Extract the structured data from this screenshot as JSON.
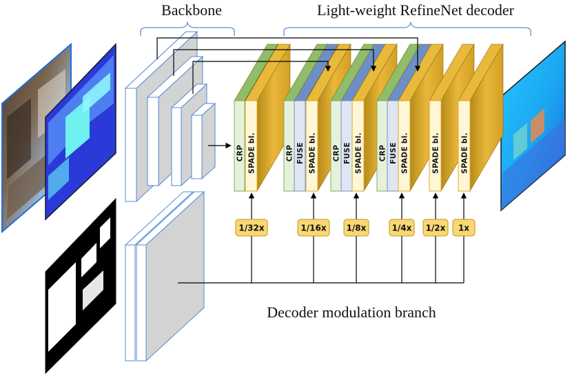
{
  "labels": {
    "backbone": "Backbone",
    "decoder": "Light-weight RefineNet decoder",
    "modulation": "Decoder modulation branch"
  },
  "blocks": [
    {
      "crp": "CRP",
      "fuse": "",
      "spade": "SPADE bl."
    },
    {
      "crp": "CRP",
      "fuse": "FUSE",
      "spade": "SPADE bl."
    },
    {
      "crp": "CRP",
      "fuse": "FUSE",
      "spade": "SPADE bl."
    },
    {
      "crp": "CRP",
      "fuse": "FUSE",
      "spade": "SPADE bl."
    },
    {
      "crp": "",
      "fuse": "",
      "spade": "SPADE bl."
    },
    {
      "crp": "",
      "fuse": "",
      "spade": "SPADE bl."
    }
  ],
  "scales": [
    "1/32x",
    "1/16x",
    "1/8x",
    "1/4x",
    "1/2x",
    "1x"
  ],
  "colors": {
    "crp": "#e6f1dc",
    "crp_top": "#8fbd6a",
    "fuse": "#dfe6f3",
    "fuse_top": "#6d8fc7",
    "spade": "#fff6d6",
    "spade_side": "#d9a92c",
    "spade_top": "#e8b93a",
    "scale_box": "#f8d774",
    "backbone": "#d3d3d3"
  }
}
